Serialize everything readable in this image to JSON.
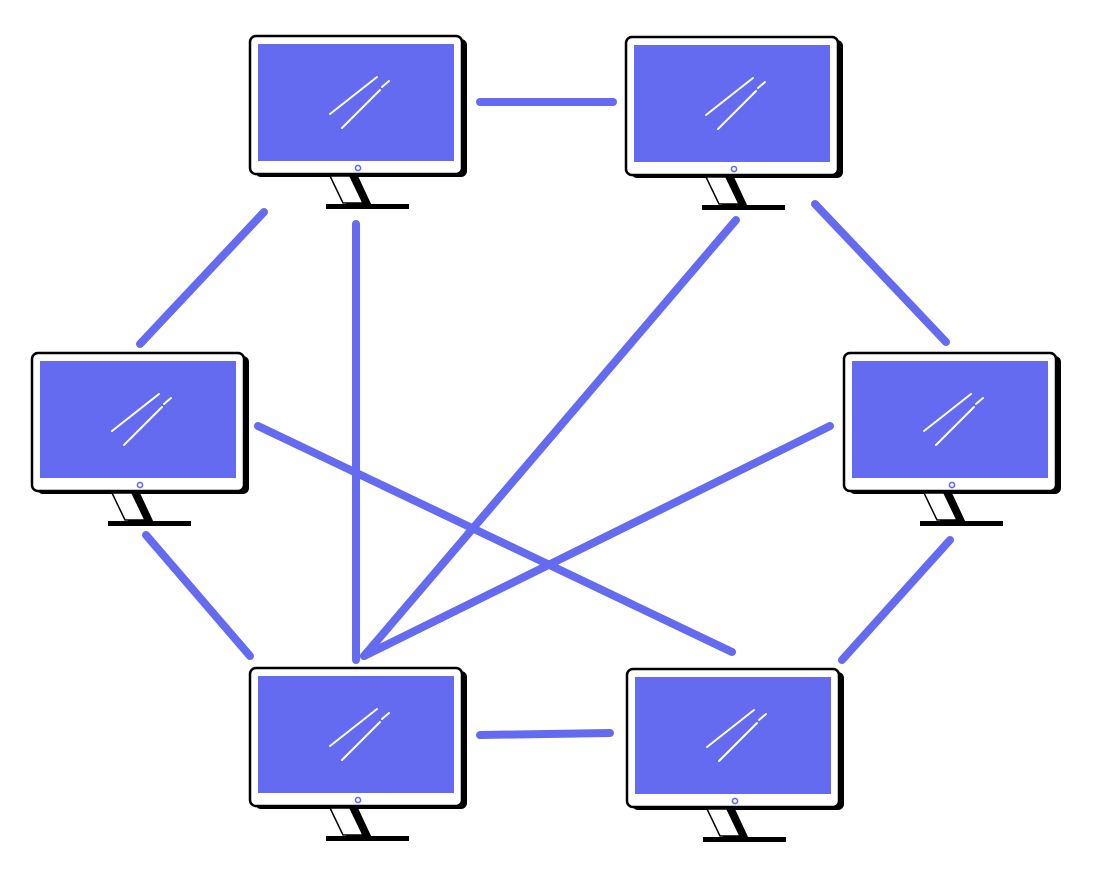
{
  "diagram": {
    "type": "network-topology",
    "colors": {
      "accent": "#646BF0",
      "outline": "#000000",
      "background": "#FFFFFF",
      "glare": "#FFFFFF"
    },
    "nodes": [
      {
        "id": "monitor-top-left",
        "icon": "monitor-icon"
      },
      {
        "id": "monitor-top-right",
        "icon": "monitor-icon"
      },
      {
        "id": "monitor-middle-left",
        "icon": "monitor-icon"
      },
      {
        "id": "monitor-middle-right",
        "icon": "monitor-icon"
      },
      {
        "id": "monitor-bottom-left",
        "icon": "monitor-icon"
      },
      {
        "id": "monitor-bottom-right",
        "icon": "monitor-icon"
      }
    ],
    "links": [
      {
        "from": "monitor-top-left",
        "to": "monitor-top-right"
      },
      {
        "from": "monitor-top-left",
        "to": "monitor-middle-left"
      },
      {
        "from": "monitor-top-left",
        "to": "monitor-bottom-left"
      },
      {
        "from": "monitor-top-right",
        "to": "monitor-middle-right"
      },
      {
        "from": "monitor-top-right",
        "to": "monitor-bottom-left"
      },
      {
        "from": "monitor-middle-left",
        "to": "monitor-bottom-left"
      },
      {
        "from": "monitor-middle-left",
        "to": "monitor-bottom-right"
      },
      {
        "from": "monitor-middle-right",
        "to": "monitor-bottom-left"
      },
      {
        "from": "monitor-middle-right",
        "to": "monitor-bottom-right"
      },
      {
        "from": "monitor-bottom-left",
        "to": "monitor-bottom-right"
      }
    ]
  }
}
